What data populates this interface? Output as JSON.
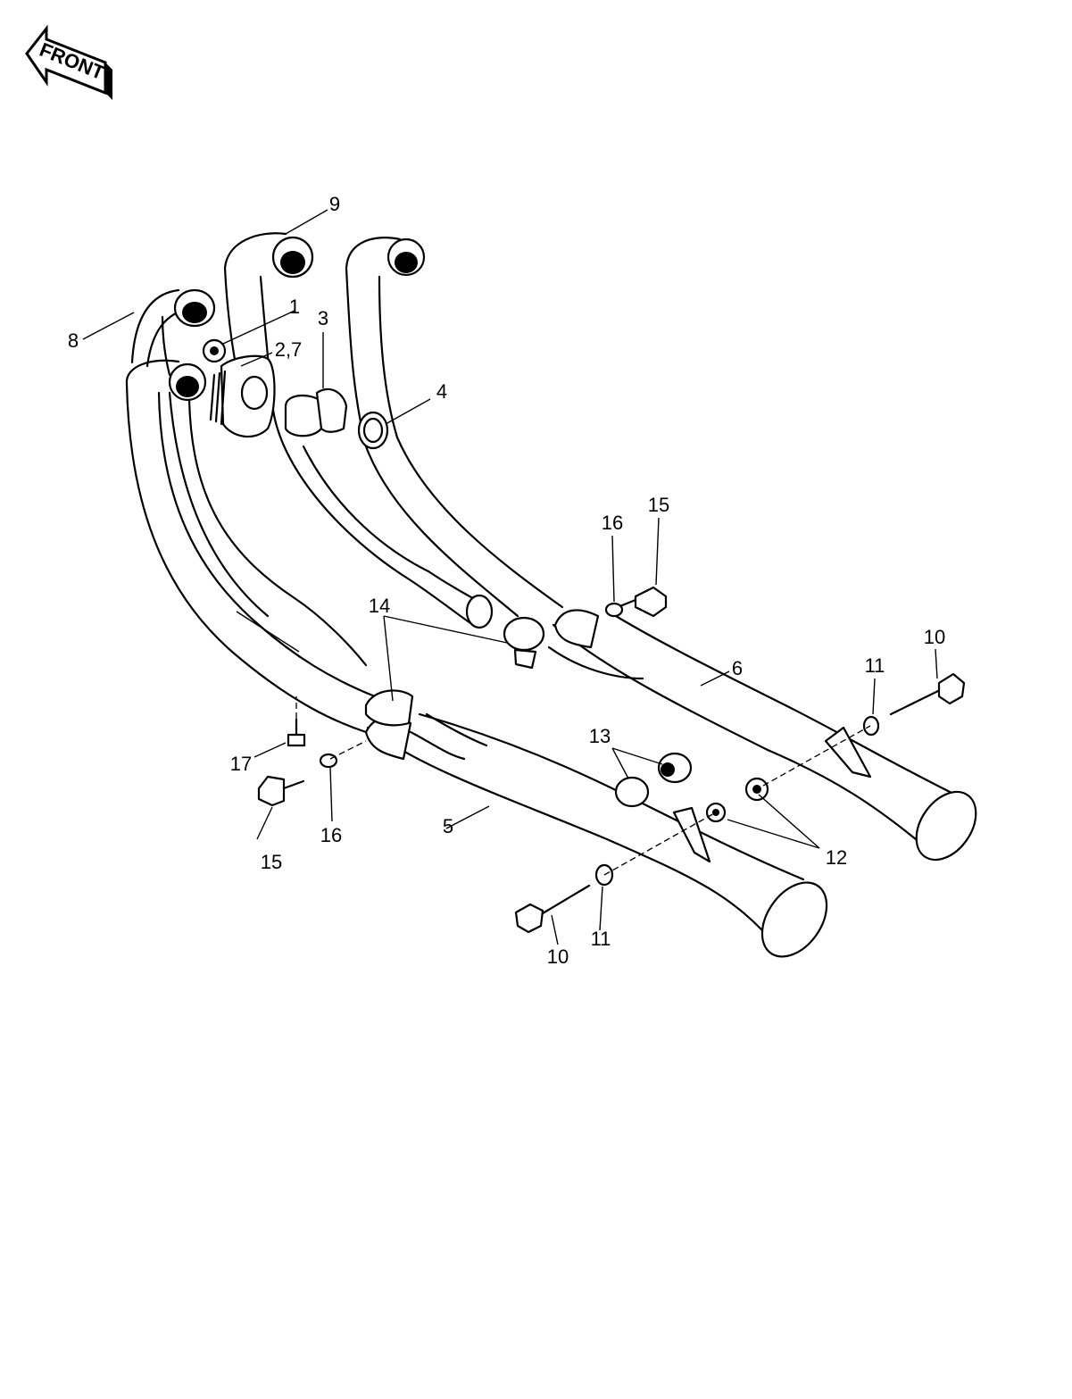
{
  "front_badge": {
    "label": "FRONT"
  },
  "callouts": [
    {
      "id": "1",
      "text": "1"
    },
    {
      "id": "2-7",
      "text": "2,7"
    },
    {
      "id": "3",
      "text": "3"
    },
    {
      "id": "4",
      "text": "4"
    },
    {
      "id": "5",
      "text": "5"
    },
    {
      "id": "6",
      "text": "6"
    },
    {
      "id": "8",
      "text": "8"
    },
    {
      "id": "9",
      "text": "9"
    },
    {
      "id": "10a",
      "text": "10"
    },
    {
      "id": "10b",
      "text": "10"
    },
    {
      "id": "11a",
      "text": "11"
    },
    {
      "id": "11b",
      "text": "11"
    },
    {
      "id": "12",
      "text": "12"
    },
    {
      "id": "13",
      "text": "13"
    },
    {
      "id": "14",
      "text": "14"
    },
    {
      "id": "15a",
      "text": "15"
    },
    {
      "id": "15b",
      "text": "15"
    },
    {
      "id": "16a",
      "text": "16"
    },
    {
      "id": "16b",
      "text": "16"
    },
    {
      "id": "17",
      "text": "17"
    }
  ]
}
